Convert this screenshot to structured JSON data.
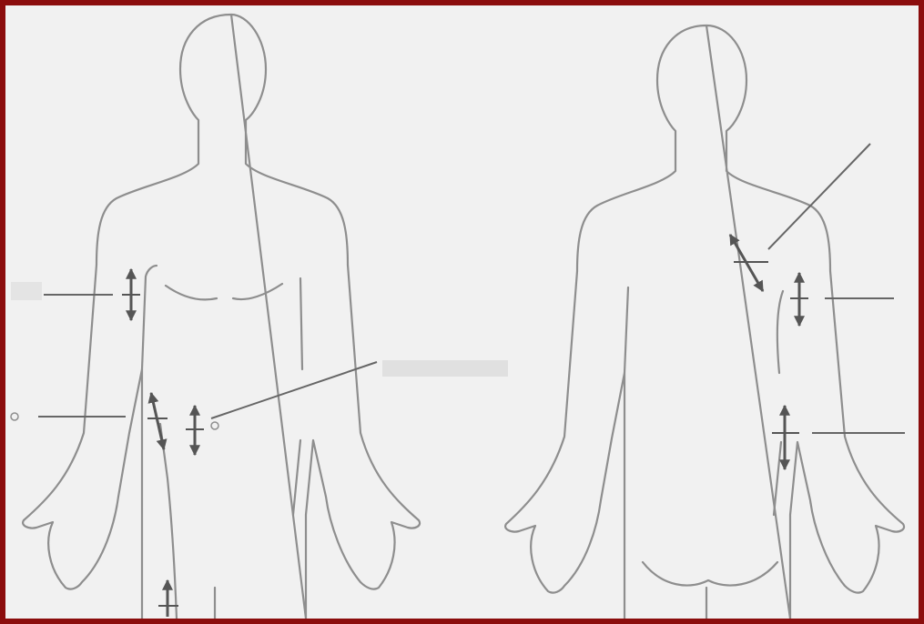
{
  "figure": {
    "frame_color": "#8b0d0d",
    "background_color": "#f1f1f1",
    "outline_color": "#8e8e8e",
    "arrow_color": "#555555",
    "leader_line_color": "#666666",
    "label_placeholder_color": "#d8d8d8"
  },
  "views": [
    {
      "id": "anterior",
      "label": ""
    },
    {
      "id": "posterior",
      "label": ""
    }
  ],
  "callouts": [
    {
      "id": "anterior-upper-arm",
      "label": ""
    },
    {
      "id": "anterior-left-forearm",
      "label": ""
    },
    {
      "id": "anterior-right-forearm",
      "label": ""
    },
    {
      "id": "anterior-thigh",
      "label": ""
    },
    {
      "id": "posterior-shoulder",
      "label": ""
    },
    {
      "id": "posterior-upper-arm",
      "label": ""
    },
    {
      "id": "posterior-forearm",
      "label": ""
    }
  ]
}
